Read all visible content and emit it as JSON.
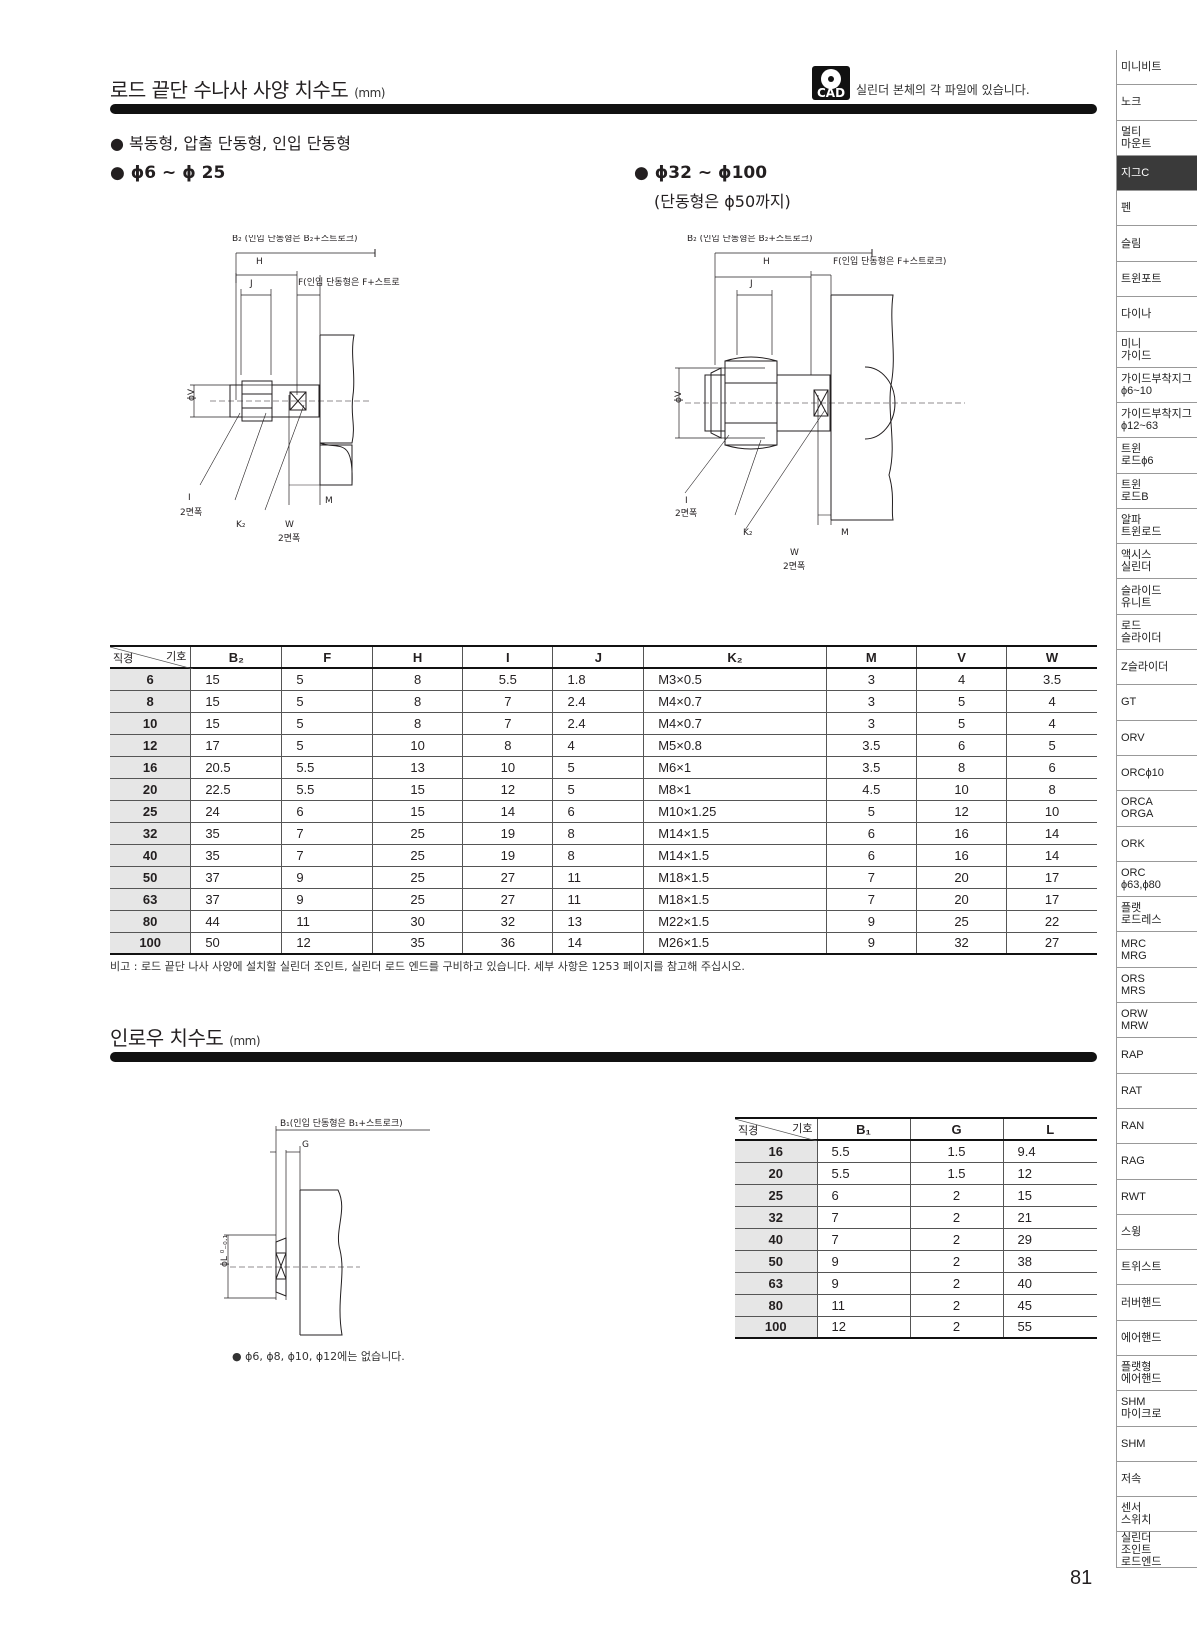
{
  "header": {
    "title": "로드 끝단 수나사 사양 치수도",
    "unit": "(mm)",
    "cad_badge": "CAD",
    "cad_note": "실린더 본체의 각 파일에 있습니다."
  },
  "types_line": "● 복동형, 압출 단동형, 인입 단동형",
  "drawing_small": {
    "caption": "● ϕ6 ~ ϕ 25",
    "labels": {
      "b2": "B₂ (인입 단동형은 B₂+스트로크)",
      "h": "H",
      "j": "J",
      "f": "F(인입 단동형은 F+스트로크)",
      "v": "ϕV",
      "i": "I",
      "i_sub": "2면폭",
      "k2": "K₂",
      "w": "W",
      "w_sub": "2면폭",
      "m": "M"
    }
  },
  "drawing_large": {
    "caption": "● ϕ32 ~ ϕ100",
    "caption_sub": "(단동형은 ϕ50까지)",
    "labels": {
      "b2": "B₂ (인입 단동형은 B₂+스트로크)",
      "h": "H",
      "j": "J",
      "f": "F(인입 단동형은 F+스트로크)",
      "v": "ϕV",
      "i": "I",
      "i_sub": "2면폭",
      "k2": "K₂",
      "w": "W",
      "w_sub": "2면폭",
      "m": "M"
    }
  },
  "rod_table": {
    "corner_symbol": "기호",
    "corner_bore": "직경",
    "headers": [
      "B₂",
      "F",
      "H",
      "I",
      "J",
      "K₂",
      "M",
      "V",
      "W"
    ],
    "rows": [
      [
        "6",
        "15",
        "5",
        "8",
        "5.5",
        "1.8",
        "M3×0.5",
        "3",
        "4",
        "3.5"
      ],
      [
        "8",
        "15",
        "5",
        "8",
        "7",
        "2.4",
        "M4×0.7",
        "3",
        "5",
        "4"
      ],
      [
        "10",
        "15",
        "5",
        "8",
        "7",
        "2.4",
        "M4×0.7",
        "3",
        "5",
        "4"
      ],
      [
        "12",
        "17",
        "5",
        "10",
        "8",
        "4",
        "M5×0.8",
        "3.5",
        "6",
        "5"
      ],
      [
        "16",
        "20.5",
        "5.5",
        "13",
        "10",
        "5",
        "M6×1",
        "3.5",
        "8",
        "6"
      ],
      [
        "20",
        "22.5",
        "5.5",
        "15",
        "12",
        "5",
        "M8×1",
        "4.5",
        "10",
        "8"
      ],
      [
        "25",
        "24",
        "6",
        "15",
        "14",
        "6",
        "M10×1.25",
        "5",
        "12",
        "10"
      ],
      [
        "32",
        "35",
        "7",
        "25",
        "19",
        "8",
        "M14×1.5",
        "6",
        "16",
        "14"
      ],
      [
        "40",
        "35",
        "7",
        "25",
        "19",
        "8",
        "M14×1.5",
        "6",
        "16",
        "14"
      ],
      [
        "50",
        "37",
        "9",
        "25",
        "27",
        "11",
        "M18×1.5",
        "7",
        "20",
        "17"
      ],
      [
        "63",
        "37",
        "9",
        "25",
        "27",
        "11",
        "M18×1.5",
        "7",
        "20",
        "17"
      ],
      [
        "80",
        "44",
        "11",
        "30",
        "32",
        "13",
        "M22×1.5",
        "9",
        "25",
        "22"
      ],
      [
        "100",
        "50",
        "12",
        "35",
        "36",
        "14",
        "M26×1.5",
        "9",
        "32",
        "27"
      ]
    ]
  },
  "remark": "비고 : 로드 끝단 나사 사양에 설치할 실린더 조인트, 실린더 로드 엔드를 구비하고 있습니다. 세부 사항은 1253 페이지를 참고해 주십시오.",
  "lowrow": {
    "title": "인로우 치수도",
    "unit": "(mm)",
    "labels": {
      "b1": "B₁(인입 단동형은 B₁+스트로크)",
      "g": "G",
      "l": "ϕL ⁰₋₀.₁"
    },
    "note": "● ϕ6, ϕ8, ϕ10, ϕ12에는 없습니다."
  },
  "lowrow_table": {
    "corner_symbol": "기호",
    "corner_bore": "직경",
    "headers": [
      "B₁",
      "G",
      "L"
    ],
    "rows": [
      [
        "16",
        "5.5",
        "1.5",
        "9.4"
      ],
      [
        "20",
        "5.5",
        "1.5",
        "12"
      ],
      [
        "25",
        "6",
        "2",
        "15"
      ],
      [
        "32",
        "7",
        "2",
        "21"
      ],
      [
        "40",
        "7",
        "2",
        "29"
      ],
      [
        "50",
        "9",
        "2",
        "38"
      ],
      [
        "63",
        "9",
        "2",
        "40"
      ],
      [
        "80",
        "11",
        "2",
        "45"
      ],
      [
        "100",
        "12",
        "2",
        "55"
      ]
    ]
  },
  "sidebar": {
    "items": [
      "미니비트",
      "노크",
      "멀티\n마운트",
      "지그C",
      "펜",
      "슬림",
      "트윈포트",
      "다이나",
      "미니\n가이드",
      "가이드부착지그\nϕ6~10",
      "가이드부착지그\nϕ12~63",
      "트윈\n로드ϕ6",
      "트윈\n로드B",
      "알파\n트윈로드",
      "액시스\n실린더",
      "슬라이드\n유니트",
      "로드\n슬라이더",
      "Z슬라이더",
      "GT",
      "ORV",
      "ORCϕ10",
      "ORCA\nORGA",
      "ORK",
      "ORC\nϕ63,ϕ80",
      "플랫\n로드레스",
      "MRC\nMRG",
      "ORS\nMRS",
      "ORW\nMRW",
      "RAP",
      "RAT",
      "RAN",
      "RAG",
      "RWT",
      "스윙",
      "트위스트",
      "러버핸드",
      "에어핸드",
      "플랫형\n에어핸드",
      "SHM\n마이크로",
      "SHM",
      "저속",
      "센서\n스위치",
      "실린더\n조인트\n로드엔드"
    ],
    "active_index": 3,
    "active_color": "#3a3a3a"
  },
  "page_number": "81"
}
